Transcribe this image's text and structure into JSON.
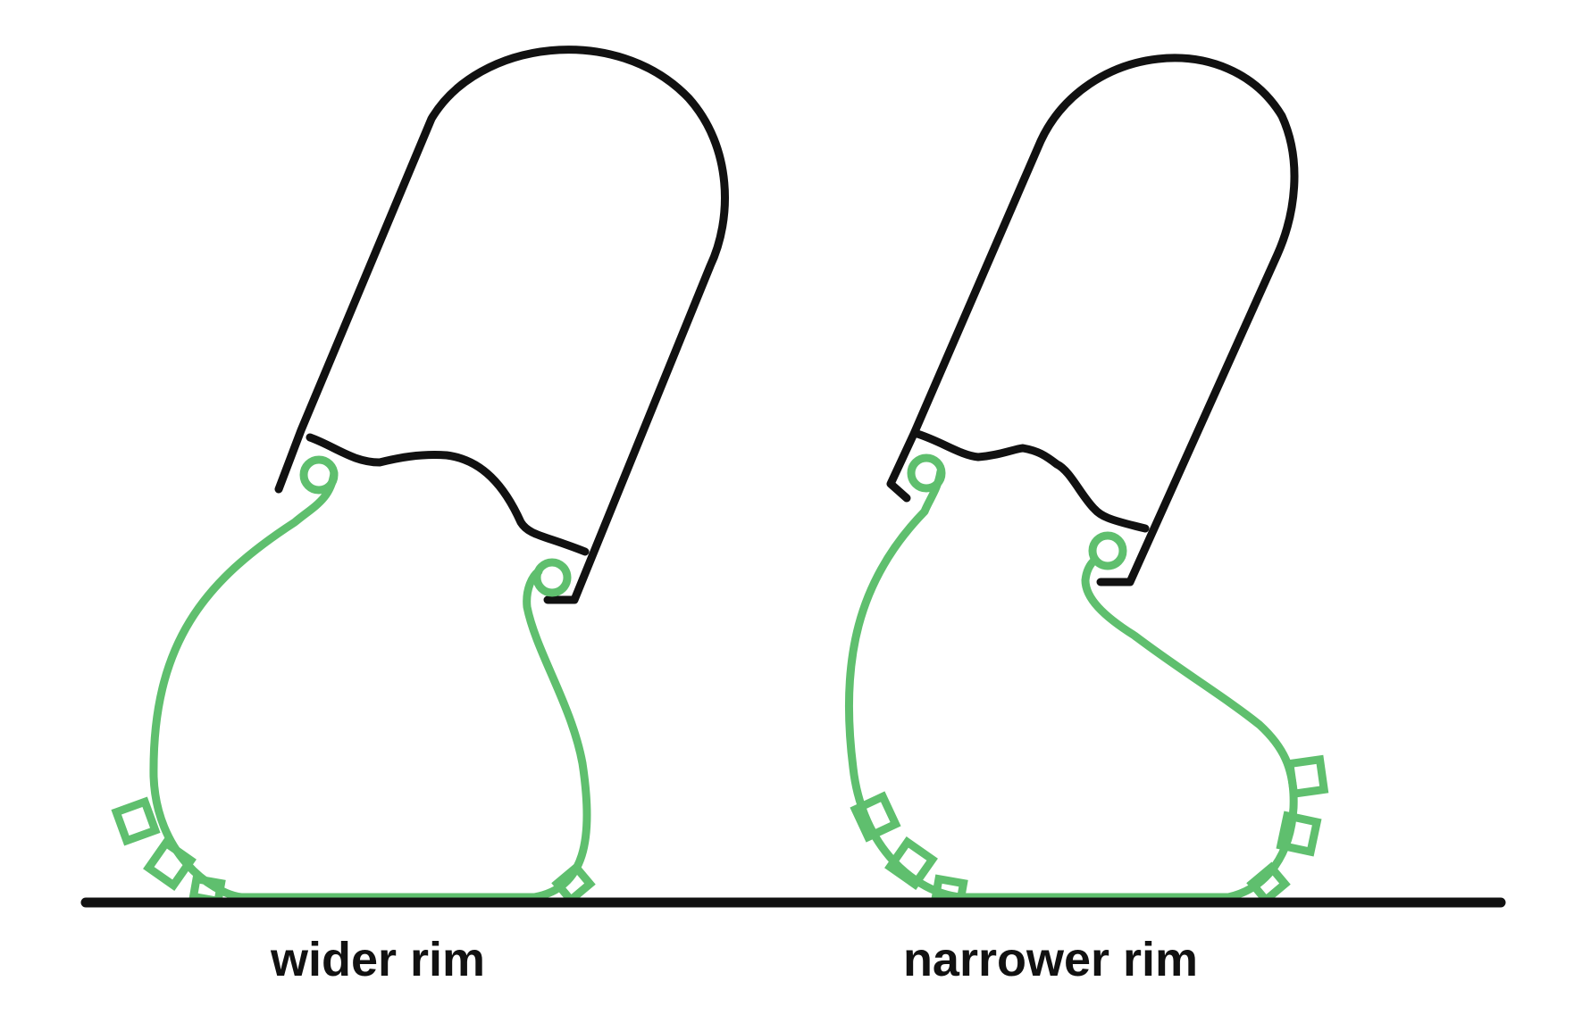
{
  "colors": {
    "rim": "#111111",
    "tire": "#5fbf6e",
    "ground": "#111111",
    "background": "#ffffff"
  },
  "panels": [
    {
      "id": "wide",
      "label": "wider rim"
    },
    {
      "id": "narrow",
      "label": "narrower rim"
    }
  ]
}
